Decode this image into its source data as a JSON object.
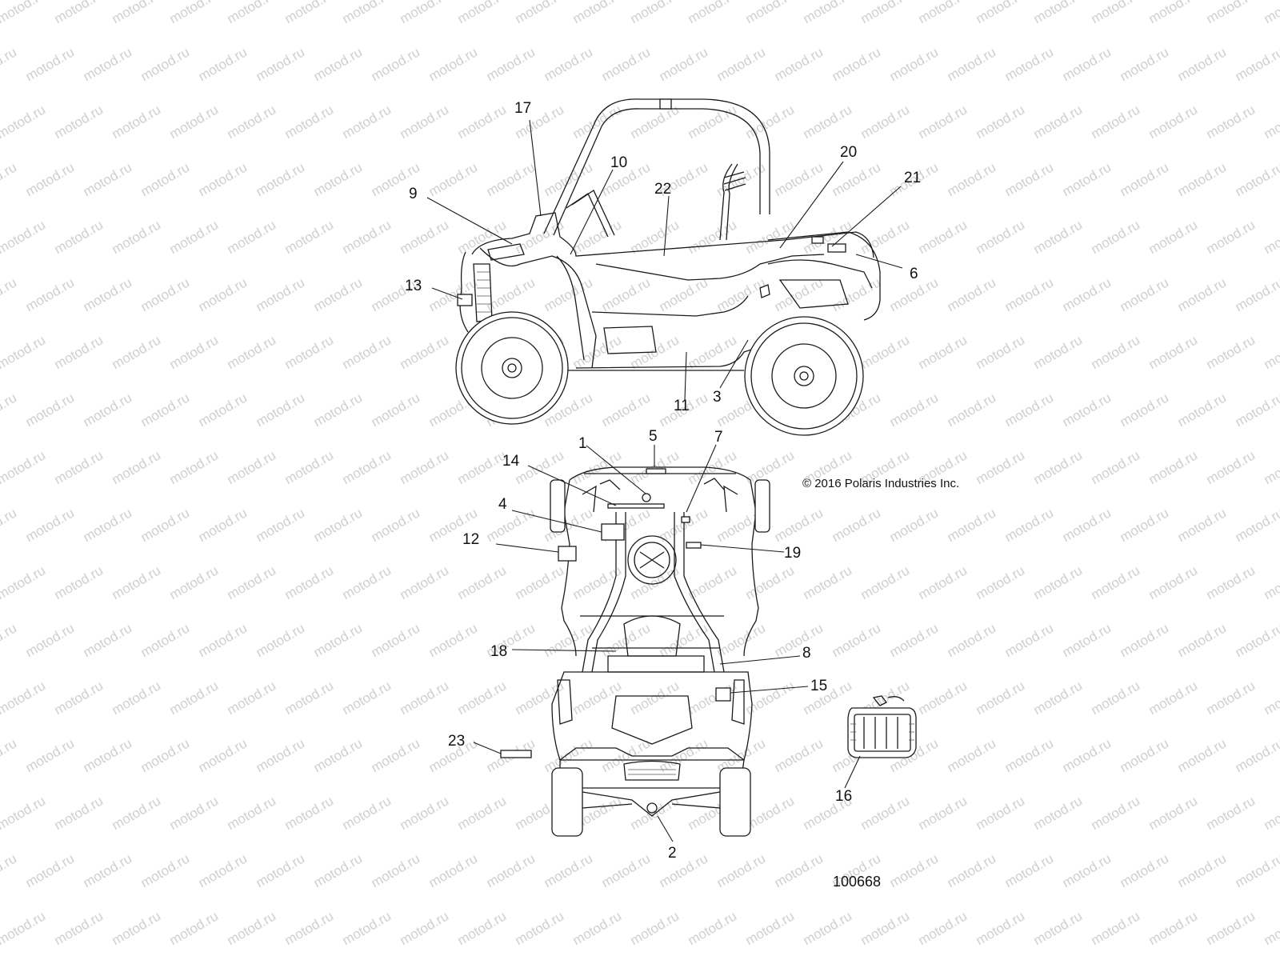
{
  "watermark": "motod.ru",
  "copyright": "© 2016 Polaris Industries Inc.",
  "figure_number": "100668",
  "callouts": {
    "c1": "1",
    "c2": "2",
    "c3": "3",
    "c4": "4",
    "c5": "5",
    "c6": "6",
    "c7": "7",
    "c8": "8",
    "c9": "9",
    "c10": "10",
    "c11": "11",
    "c12": "12",
    "c13": "13",
    "c14": "14",
    "c15": "15",
    "c16": "16",
    "c17": "17",
    "c18": "18",
    "c19": "19",
    "c20": "20",
    "c21": "21",
    "c22": "22",
    "c23": "23"
  },
  "icons": {
    "side-view": "side-view-drawing-icon",
    "top-view": "top-view-drawing-icon",
    "part-16": "decal-part-16-icon",
    "part-23": "decal-part-23-icon"
  }
}
